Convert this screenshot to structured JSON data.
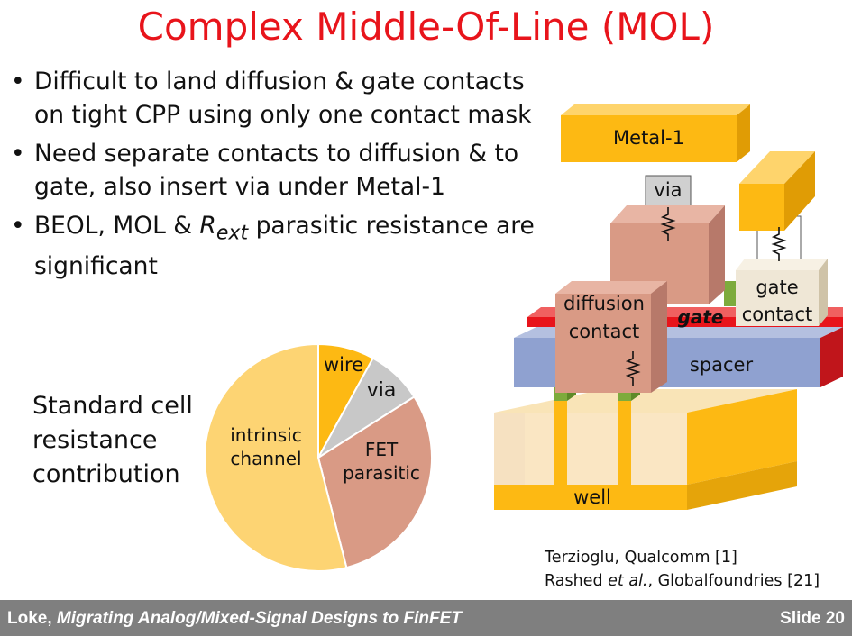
{
  "slide": {
    "title": "Complex Middle-Of-Line (MOL)",
    "bullets": [
      {
        "parts": [
          {
            "t": "Difficult to land diffusion & gate contacts on tight CPP using only one contact mask"
          }
        ]
      },
      {
        "parts": [
          {
            "t": "Need separate contacts to diffusion & to gate, also insert via under Metal-1"
          }
        ]
      },
      {
        "parts": [
          {
            "t": "BEOL, MOL & "
          },
          {
            "t": "R",
            "i": true
          },
          {
            "t": "ext",
            "i": true,
            "sub": true
          },
          {
            "t": " parasitic resistance are significant"
          }
        ]
      }
    ],
    "caption": [
      "Standard cell",
      "resistance",
      "contribution"
    ],
    "references": [
      {
        "parts": [
          {
            "t": "Terzioglu, Qualcomm [1]"
          }
        ]
      },
      {
        "parts": [
          {
            "t": "Rashed "
          },
          {
            "t": "et al.",
            "i": true
          },
          {
            "t": ", Globalfoundries [21]"
          }
        ]
      }
    ]
  },
  "chart_data": {
    "type": "pie",
    "title": "",
    "slices": [
      {
        "label": "wire",
        "value": 8,
        "color": "#fdb913"
      },
      {
        "label": "via",
        "value": 8,
        "color": "#c8c8c8"
      },
      {
        "label": "FET parasitic",
        "value": 30,
        "color": "#d99a85"
      },
      {
        "label": "intrinsic channel",
        "value": 54,
        "color": "#fdd473"
      }
    ]
  },
  "diagram": {
    "labels": {
      "metal1": "Metal-1",
      "via": "via",
      "gate_contact": "gate contact",
      "diffusion_contact": "diffusion contact",
      "gate": "gate",
      "spacer": "spacer",
      "well": "well"
    },
    "colors": {
      "metal": "#fdb913",
      "diffusion_contact": "#d99a85",
      "gate_contact": "#efe7d6",
      "spacer": "#8fa1d0",
      "gate": "#e8141b",
      "fin": "#7dab3c"
    }
  },
  "footer": {
    "author": "Loke",
    "title": "Migrating Analog/Mixed-Signal Designs to FinFET",
    "slide_number": "Slide 20"
  }
}
